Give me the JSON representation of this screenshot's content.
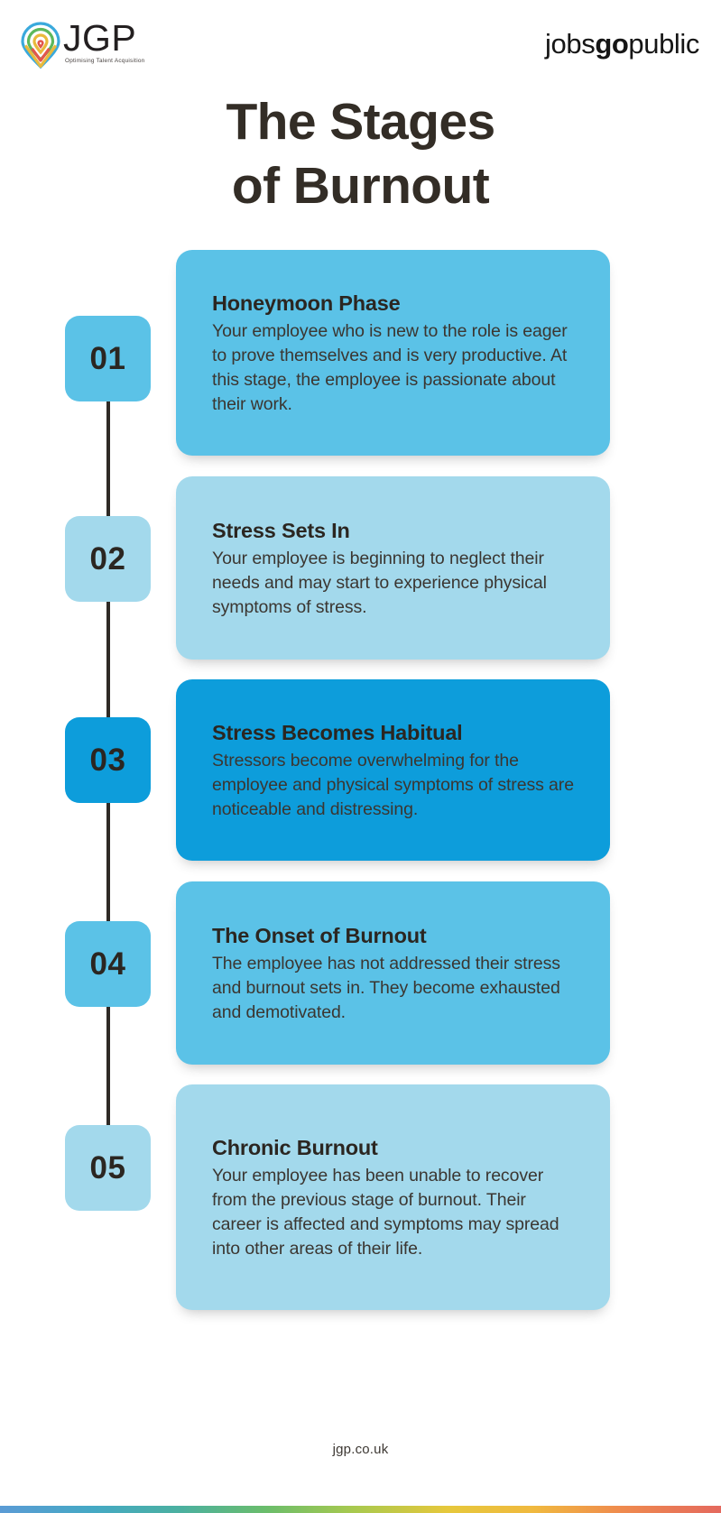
{
  "header": {
    "logo": {
      "icon_name": "jgp-pin-logo-icon",
      "wordmark": "JGP",
      "tagline": "Optimising Talent Acquisition"
    },
    "brand_right_prefix": "jobs",
    "brand_right_bold": "go",
    "brand_right_suffix": "public"
  },
  "title": {
    "line1": "The Stages",
    "line2": "of Burnout"
  },
  "stages": [
    {
      "number": "01",
      "title": "Honeymoon Phase",
      "body": "Your employee who is new to the role is eager to prove themselves and is very productive. At this stage, the employee is passionate about their work.",
      "card_color": "#5BC2E7",
      "badge_color": "#5BC2E7"
    },
    {
      "number": "02",
      "title": "Stress Sets In",
      "body": "Your employee is beginning to neglect their needs and may start to experience physical symptoms of stress.",
      "card_color": "#A3D9EC",
      "badge_color": "#A3D9EC"
    },
    {
      "number": "03",
      "title": "Stress Becomes Habitual",
      "body": "Stressors become overwhelming for the employee and physical symptoms of stress are noticeable and distressing.",
      "card_color": "#0D9DDB",
      "badge_color": "#0D9DDB"
    },
    {
      "number": "04",
      "title": "The Onset of Burnout",
      "body": "The employee has not addressed their stress and burnout sets in. They become exhausted and demotivated.",
      "card_color": "#5BC2E7",
      "badge_color": "#5BC2E7"
    },
    {
      "number": "05",
      "title": "Chronic Burnout",
      "body": "Your employee has been unable to recover from the previous stage of burnout. Their career is affected and symptoms may spread into other areas of their life.",
      "card_color": "#A3D9EC",
      "badge_color": "#A3D9EC"
    }
  ],
  "footer": {
    "url": "jgp.co.uk"
  },
  "colors": {
    "title_text": "#332D26",
    "body_text": "#3B3631",
    "timeline_line": "#2F2A26",
    "accent_dark_blue": "#0D9DDB",
    "accent_mid_blue": "#5BC2E7",
    "accent_light_blue": "#A3D9EC",
    "background": "#FFFFFF"
  }
}
